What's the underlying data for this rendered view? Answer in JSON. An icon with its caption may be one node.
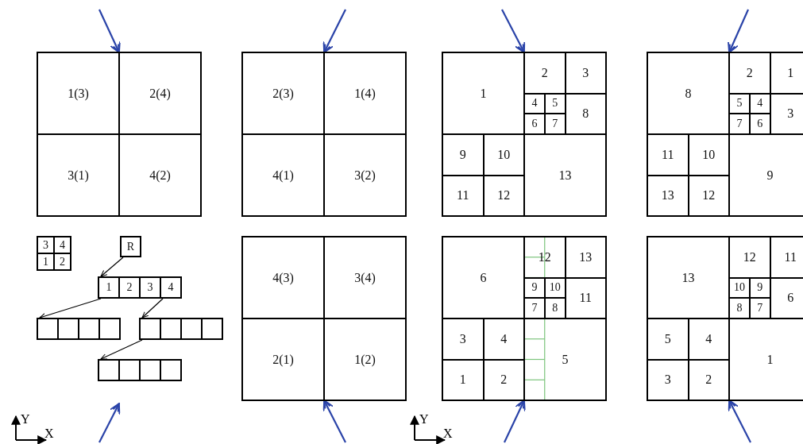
{
  "diagram": {
    "nodes": [
      {
        "text": [
          "1(3)"
        ]
      },
      {
        "text": [
          "2(4)"
        ]
      },
      {
        "text": [
          "3(1)"
        ]
      },
      {
        "text": [
          "4(2)"
        ]
      },
      {
        "text": [
          "2(3)"
        ]
      },
      {
        "text": [
          "1(4)"
        ]
      },
      {
        "text": [
          "4(1)"
        ]
      },
      {
        "text": [
          "3(2)"
        ]
      },
      {
        "text": [
          "1"
        ]
      },
      {
        "text": [
          "2"
        ]
      },
      {
        "text": [
          "3"
        ]
      },
      {
        "text": [
          "4"
        ]
      },
      {
        "text": [
          "5"
        ]
      },
      {
        "text": [
          "8"
        ]
      },
      {
        "text": [
          "6"
        ]
      },
      {
        "text": [
          "7"
        ]
      },
      {
        "text": [
          "9"
        ]
      },
      {
        "text": [
          "10"
        ]
      },
      {
        "text": [
          "13"
        ]
      },
      {
        "text": [
          "11"
        ]
      },
      {
        "text": [
          "12"
        ]
      },
      {
        "text": [
          "8"
        ]
      },
      {
        "text": [
          "2"
        ]
      },
      {
        "text": [
          "1"
        ]
      },
      {
        "text": [
          "5"
        ]
      },
      {
        "text": [
          "4"
        ]
      },
      {
        "text": [
          "3"
        ]
      },
      {
        "text": [
          "7"
        ]
      },
      {
        "text": [
          "6"
        ]
      },
      {
        "text": [
          "11"
        ]
      },
      {
        "text": [
          "10"
        ]
      },
      {
        "text": [
          "9"
        ]
      },
      {
        "text": [
          "13"
        ]
      },
      {
        "text": [
          "12"
        ]
      },
      {
        "text": [
          "3"
        ]
      },
      {
        "text": [
          "4"
        ]
      },
      {
        "text": [
          "1"
        ]
      },
      {
        "text": [
          "2"
        ]
      },
      {
        "text": [
          "R"
        ]
      },
      {
        "text": [
          "1"
        ]
      },
      {
        "text": [
          "2"
        ]
      },
      {
        "text": [
          "3"
        ]
      },
      {
        "text": [
          "4"
        ]
      },
      {
        "text": [],
        "shape": "box"
      },
      {
        "text": [],
        "shape": "box"
      },
      {
        "text": [],
        "shape": "box"
      },
      {
        "text": [],
        "shape": "box"
      },
      {
        "text": [],
        "shape": "box"
      },
      {
        "text": [],
        "shape": "box"
      },
      {
        "text": [],
        "shape": "box"
      },
      {
        "text": [],
        "shape": "box"
      },
      {
        "text": [],
        "shape": "box"
      },
      {
        "text": [],
        "shape": "box"
      },
      {
        "text": [],
        "shape": "box"
      },
      {
        "text": [],
        "shape": "box"
      },
      {
        "text": [
          "4(3)"
        ]
      },
      {
        "text": [
          "3(4)"
        ]
      },
      {
        "text": [
          "2(1)"
        ]
      },
      {
        "text": [
          "1(2)"
        ]
      },
      {
        "text": [
          "6"
        ]
      },
      {
        "text": [
          "12"
        ]
      },
      {
        "text": [
          "13"
        ]
      },
      {
        "text": [
          "9"
        ]
      },
      {
        "text": [
          "10"
        ]
      },
      {
        "text": [
          "11"
        ]
      },
      {
        "text": [
          "7"
        ]
      },
      {
        "text": [
          "8"
        ]
      },
      {
        "text": [
          "3"
        ]
      },
      {
        "text": [
          "4"
        ]
      },
      {
        "text": [
          "5"
        ]
      },
      {
        "text": [
          "1"
        ]
      },
      {
        "text": [
          "2"
        ]
      },
      {
        "text": [
          "13"
        ]
      },
      {
        "text": [
          "12"
        ]
      },
      {
        "text": [
          "11"
        ]
      },
      {
        "text": [
          "10"
        ]
      },
      {
        "text": [
          "9"
        ]
      },
      {
        "text": [
          "6"
        ]
      },
      {
        "text": [
          "8"
        ]
      },
      {
        "text": [
          "7"
        ]
      },
      {
        "text": [
          "5"
        ]
      },
      {
        "text": [
          "4"
        ]
      },
      {
        "text": [
          "1"
        ]
      },
      {
        "text": [
          "3"
        ]
      },
      {
        "text": [
          "2"
        ]
      }
    ],
    "edges": [
      {
        "from": 38,
        "to": 39,
        "arrow": "to"
      },
      {
        "from": 39,
        "to": 43,
        "arrow": "to"
      },
      {
        "from": 42,
        "to": 47,
        "arrow": "to"
      },
      {
        "from": 47,
        "to": 51,
        "arrow": "to"
      }
    ],
    "labels": [
      "Y",
      "X",
      "Y",
      "X"
    ]
  }
}
